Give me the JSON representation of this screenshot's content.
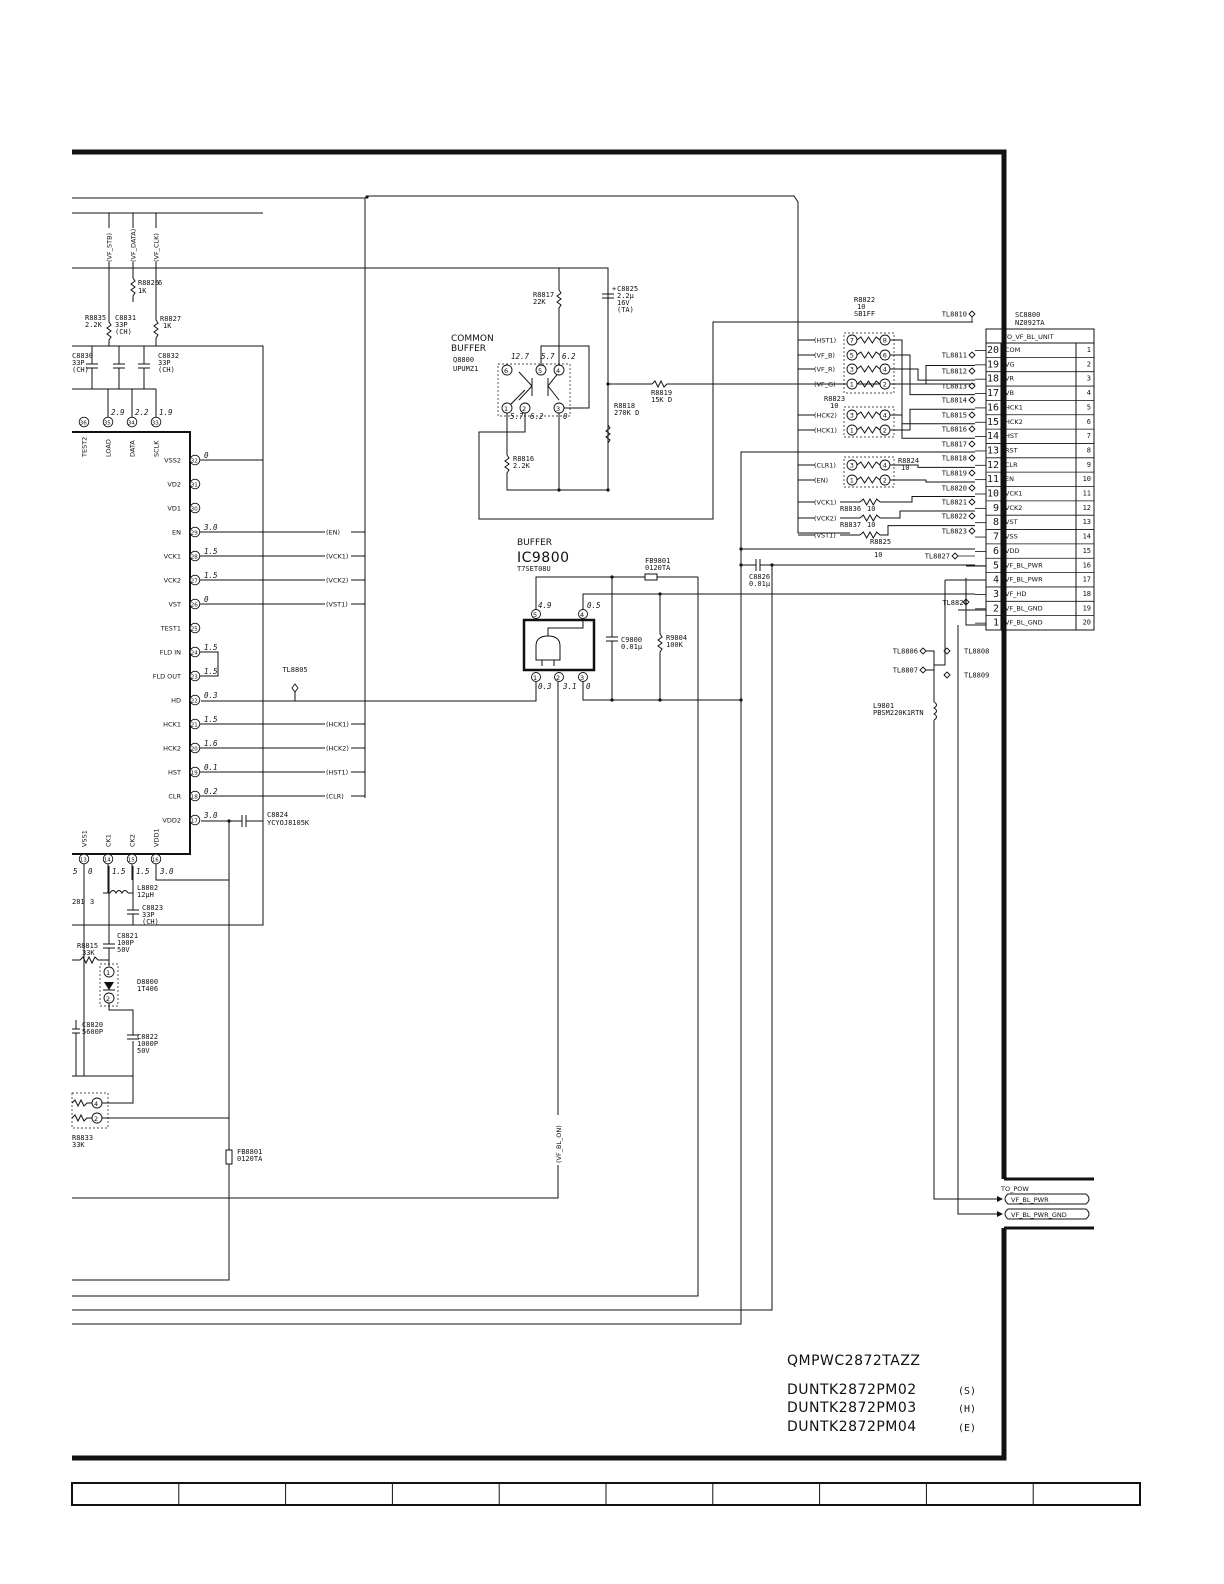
{
  "ic_main": {
    "top_pins": [
      {
        "num": "36",
        "name": "TEST2",
        "v": ""
      },
      {
        "num": "35",
        "name": "LOAD",
        "v": "2.9"
      },
      {
        "num": "34",
        "name": "DATA",
        "v": "2.2"
      },
      {
        "num": "33",
        "name": "SCLK",
        "v": "1.9"
      }
    ],
    "right_pins": [
      {
        "num": "32",
        "name": "VSS2",
        "v": "0",
        "sig": ""
      },
      {
        "num": "31",
        "name": "VD2",
        "v": "",
        "sig": ""
      },
      {
        "num": "30",
        "name": "VD1",
        "v": "",
        "sig": ""
      },
      {
        "num": "29",
        "name": "EN",
        "v": "3.0",
        "sig": "(EN)"
      },
      {
        "num": "28",
        "name": "VCK1",
        "v": "1.5",
        "sig": "(VCK1)"
      },
      {
        "num": "27",
        "name": "VCK2",
        "v": "1.5",
        "sig": "(VCK2)"
      },
      {
        "num": "26",
        "name": "VST",
        "v": "0",
        "sig": "(VST1)"
      },
      {
        "num": "25",
        "name": "TEST1",
        "v": "",
        "sig": ""
      },
      {
        "num": "24",
        "name": "FLD IN",
        "v": "1.5",
        "sig": ""
      },
      {
        "num": "23",
        "name": "FLD OUT",
        "v": "1.5",
        "sig": ""
      },
      {
        "num": "22",
        "name": "HD",
        "v": "0.3",
        "sig": ""
      },
      {
        "num": "21",
        "name": "HCK1",
        "v": "1.5",
        "sig": "(HCK1)"
      },
      {
        "num": "20",
        "name": "HCK2",
        "v": "1.6",
        "sig": "(HCK2)"
      },
      {
        "num": "19",
        "name": "HST",
        "v": "0.1",
        "sig": "(HST1)"
      },
      {
        "num": "18",
        "name": "CLR",
        "v": "0.2",
        "sig": "(CLR)"
      },
      {
        "num": "17",
        "name": "VDD2",
        "v": "3.0",
        "sig": ""
      }
    ],
    "bottom_pins": [
      {
        "num": "13",
        "name": "VSS1",
        "v": "0"
      },
      {
        "num": "14",
        "name": "CK1",
        "v": "1.5"
      },
      {
        "num": "15",
        "name": "CK2",
        "v": "1.5"
      },
      {
        "num": "16",
        "name": "VDD1",
        "v": "3.0"
      }
    ],
    "bottom_left_voltage": "5"
  },
  "left_nets": [
    "(VF_STB)",
    "(VF_DATA)",
    "(VF_CLK)"
  ],
  "parts_left": {
    "r8826": "R8826",
    "r8826_val": "1K",
    "r8835": "R8835",
    "r8835_val": "2.2K",
    "c8831": "C8831",
    "c8831_val": "33P",
    "c8831_ch": "(CH)",
    "r8827": "R8827",
    "r8827_val": "1K",
    "c8830": "C8830",
    "c8830_val": "33P",
    "c8830_ch": "(CH)",
    "c8832": "C8832",
    "c8832_val": "33P",
    "c8832_ch": "(CH)",
    "c8824": "C8824",
    "c8824_val": "YCYOJ8105K",
    "l8802": "L8802",
    "l8802_val": "12µH",
    "c8823": "C8823",
    "c8823_val": "33P",
    "c8823_ch": "(CH)",
    "c8821": "C8821",
    "c8821_val": "100P",
    "c8821_v": "50V",
    "r8815": "R8815",
    "r8815_val": "33K",
    "d8800": "D8800",
    "d8800_val": "1T406",
    "c8820": "C8820",
    "c8820_val": "5600P",
    "c8822": "C8822",
    "c8822_val": "1000P",
    "c8822_v": "50V",
    "fb8801": "FB8801",
    "fb8801_val": "0120TA",
    "r8833": "R8833",
    "r8833_val": "33K",
    "frag_281": "281",
    "frag_3": "3",
    "vf_bl_on": "(VF_BL_ON)"
  },
  "common_buffer": {
    "title1": "COMMON",
    "title2": "BUFFER",
    "part": "Q8800",
    "part_val": "UPUMZ1",
    "r8817": "R8817",
    "r8817_val": "22K",
    "c8825": "C8825",
    "c8825_val": "2.2µ",
    "c8825_v": "16V",
    "c8825_ta": "(TA)",
    "r8819": "R8819",
    "r8819_val": "15K D",
    "r8818": "R8818",
    "r8818_val": "270K D",
    "r8816": "R8816",
    "r8816_val": "2.2K",
    "v_pin6": "12.7",
    "v_pin5": "5.7",
    "v_pin4": "6.2",
    "v_pin1": "5.7",
    "v_pin2": "6.2",
    "v_pin3": "0"
  },
  "buffer": {
    "title": "BUFFER",
    "part": "IC9800",
    "part_val": "T7SET08U",
    "fb9801": "FB9801",
    "fb9801_val": "0120TA",
    "c9800": "C9800",
    "c9800_val": "0.01µ",
    "r9804": "R9804",
    "r9804_val": "100K",
    "v5": "4.9",
    "v4": "0.5",
    "v1": "0.3",
    "v2": "3.1",
    "v3": "0"
  },
  "resistor_arrays": {
    "r8822": "R8822",
    "r8822_val": "10",
    "r8822_type": "SB1FF",
    "r8823": "R8823",
    "r8823_val": "10",
    "r8824": "R8824",
    "r8824_val": "10",
    "r8836": "R8836",
    "r8836_val": "10",
    "r8837": "R8837",
    "r8837_val": "10",
    "r8825": "R8825",
    "r8825_val": "10",
    "c8826": "C8826",
    "c8826_val": "0.01µ",
    "array_rows": [
      {
        "net": "(HST1)",
        "a": "7",
        "b": "8"
      },
      {
        "net": "(VF_B)",
        "a": "5",
        "b": "6"
      },
      {
        "net": "(VF_R)",
        "a": "3",
        "b": "4"
      },
      {
        "net": "(VF_G)",
        "a": "1",
        "b": "2"
      },
      {
        "net": "(HCK2)",
        "a": "3",
        "b": "4"
      },
      {
        "net": "(HCK1)",
        "a": "1",
        "b": "2"
      },
      {
        "net": "(CLR1)",
        "a": "3",
        "b": "4"
      },
      {
        "net": "(EN)",
        "a": "1",
        "b": "2"
      }
    ],
    "single_rows": [
      "(VCK1)",
      "(VCK2)",
      "(VST1)"
    ]
  },
  "test_lands": [
    "TL8810",
    "TL8811",
    "TL8812",
    "TL8813",
    "TL8814",
    "TL8815",
    "TL8816",
    "TL8817",
    "TL8818",
    "TL8819",
    "TL8820",
    "TL8821",
    "TL8822",
    "TL8823",
    "TL8827",
    "TL8824",
    "TL8805",
    "TL8806",
    "TL8807",
    "TL8808",
    "TL8809"
  ],
  "connector": {
    "part": "SC8800",
    "part_val": "NZ092TA",
    "title": "TO_VF_BL_UNIT",
    "rows": [
      {
        "pin": "20",
        "name": "COM",
        "ext": "1"
      },
      {
        "pin": "19",
        "name": "VG",
        "ext": "2"
      },
      {
        "pin": "18",
        "name": "VR",
        "ext": "3"
      },
      {
        "pin": "17",
        "name": "VB",
        "ext": "4"
      },
      {
        "pin": "16",
        "name": "HCK1",
        "ext": "5"
      },
      {
        "pin": "15",
        "name": "HCK2",
        "ext": "6"
      },
      {
        "pin": "14",
        "name": "HST",
        "ext": "7"
      },
      {
        "pin": "13",
        "name": "RST",
        "ext": "8"
      },
      {
        "pin": "12",
        "name": "CLR",
        "ext": "9"
      },
      {
        "pin": "11",
        "name": "EN",
        "ext": "10"
      },
      {
        "pin": "10",
        "name": "VCK1",
        "ext": "11"
      },
      {
        "pin": "9",
        "name": "VCK2",
        "ext": "12"
      },
      {
        "pin": "8",
        "name": "VST",
        "ext": "13"
      },
      {
        "pin": "7",
        "name": "VSS",
        "ext": "14"
      },
      {
        "pin": "6",
        "name": "VDD",
        "ext": "15"
      },
      {
        "pin": "5",
        "name": "VF_BL_PWR",
        "ext": "16"
      },
      {
        "pin": "4",
        "name": "VF_BL_PWR",
        "ext": "17"
      },
      {
        "pin": "3",
        "name": "VF_HD",
        "ext": "18"
      },
      {
        "pin": "2",
        "name": "VF_BL_GND",
        "ext": "19"
      },
      {
        "pin": "1",
        "name": "VF_BL_GND",
        "ext": "20"
      }
    ]
  },
  "inductor": {
    "part": "L9801",
    "part_val": "PBSM220K1RTN"
  },
  "to_pow": {
    "title": "TO_POW",
    "rows": [
      "VF_BL_PWR",
      "VF_BL_PWR_GND"
    ]
  },
  "part_numbers": {
    "pwb": "QMPWC2872TAZZ",
    "unit_s": "DUNTK2872PM02",
    "unit_s_tag": "(S)",
    "unit_h": "DUNTK2872PM03",
    "unit_h_tag": "(H)",
    "unit_e": "DUNTK2872PM04",
    "unit_e_tag": "(E)"
  }
}
